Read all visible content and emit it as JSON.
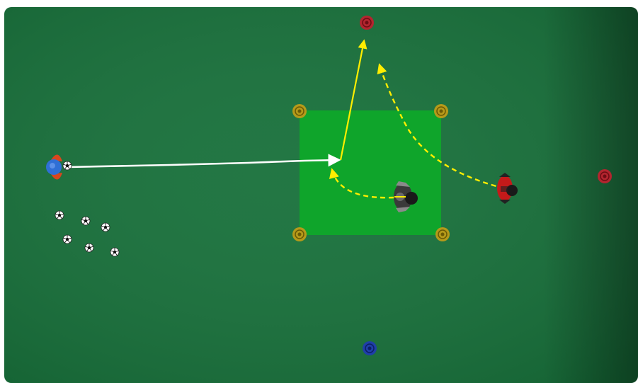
{
  "pitch": {
    "field_color": "#17703a",
    "field_edge_color": "#0d4f27",
    "grid_color": "#0fa52b"
  },
  "cones": [
    {
      "name": "cone-top-red",
      "color": "#b3252f"
    },
    {
      "name": "cone-right-red",
      "color": "#b3252f"
    },
    {
      "name": "cone-bottom-blue",
      "color": "#1f3fa8"
    },
    {
      "name": "cone-grid-top-left",
      "color": "#b59a1a"
    },
    {
      "name": "cone-grid-top-right",
      "color": "#b59a1a"
    },
    {
      "name": "cone-grid-bottom-left",
      "color": "#b59a1a"
    },
    {
      "name": "cone-grid-bottom-right",
      "color": "#b59a1a"
    }
  ],
  "players": [
    {
      "name": "player-left-passer",
      "color": "#2f6fd6",
      "accent": "#d9461e",
      "icon": "player-icon"
    },
    {
      "name": "player-center-defender",
      "color": "#3a3a3a",
      "accent": "#8a8a8a",
      "icon": "player-icon"
    },
    {
      "name": "player-right-runner",
      "color": "#c41a1a",
      "accent": "#222222",
      "icon": "player-icon"
    }
  ],
  "movements": {
    "pass_color": "#ffffff",
    "run_color": "#ffee00",
    "dribble_color": "#ffee00"
  },
  "ball_pile_count": 6
}
